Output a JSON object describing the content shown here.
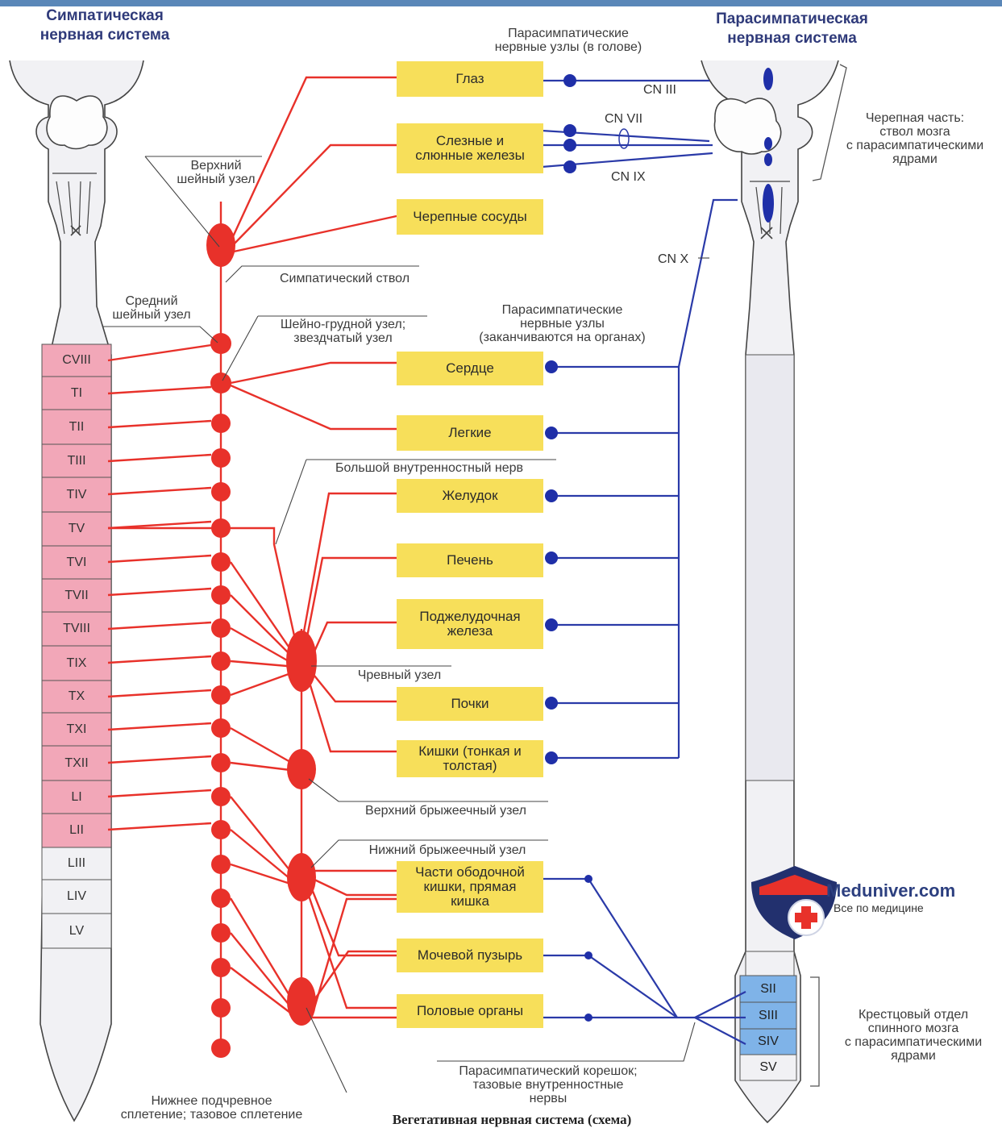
{
  "header": {
    "sympathetic": [
      "Симпатическая",
      "нервная система"
    ],
    "parasympathetic": [
      "Парасимпатическая",
      "нервная система"
    ]
  },
  "labels": {
    "para_ganglia_head": [
      "Парасимпатические",
      "нервные узлы (в голове)"
    ],
    "superior_cervical": [
      "Верхний",
      "шейный узел"
    ],
    "sympathetic_trunk": "Симпатический ствол",
    "middle_cervical": [
      "Средний",
      "шейный узел"
    ],
    "cervicothoracic": [
      "Шейно-грудной узел;",
      "звездчатый узел"
    ],
    "para_ganglia_organs": [
      "Парасимпатические",
      "нервные узлы",
      "(заканчиваются на органах)"
    ],
    "greater_splanchnic": "Большой внутренностный нерв",
    "celiac": "Чревный узел",
    "superior_mesenteric": "Верхний брыжеечный узел",
    "inferior_mesenteric": "Нижний брыжеечный узел",
    "hypogastric": [
      "Нижнее подчревное",
      "сплетение; тазовое сплетение"
    ],
    "pelvic_splanchnic": [
      "Парасимпатический корешок;",
      "тазовые внутренностные",
      "нервы"
    ],
    "cranial_part": [
      "Черепная часть:",
      "ствол мозга",
      "с парасимпатическими",
      "ядрами"
    ],
    "sacral_part": [
      "Крестцовый отдел",
      "спинного мозга",
      "с парасимпатическими",
      "ядрами"
    ]
  },
  "cranial_nerves": {
    "cn3": "CN III",
    "cn7": "CN VII",
    "cn9": "CN IX",
    "cn10": "CN X"
  },
  "organs": {
    "eye": [
      "Глаз"
    ],
    "glands": [
      "Слезные и",
      "слюнные железы"
    ],
    "vessels": [
      "Черепные сосуды"
    ],
    "heart": [
      "Сердце"
    ],
    "lungs": [
      "Легкие"
    ],
    "stomach": [
      "Желудок"
    ],
    "liver": [
      "Печень"
    ],
    "pancreas": [
      "Поджелудочная",
      "железа"
    ],
    "kidneys": [
      "Почки"
    ],
    "intestines": [
      "Кишки (тонкая и",
      "толстая)"
    ],
    "colon": [
      "Части ободочной",
      "кишки, прямая",
      "кишка"
    ],
    "bladder": [
      "Мочевой пузырь"
    ],
    "genitals": [
      "Половые органы"
    ]
  },
  "segments": [
    "CVIII",
    "TI",
    "TII",
    "TIII",
    "TIV",
    "TV",
    "TVI",
    "TVII",
    "TVIII",
    "TIX",
    "TX",
    "TXI",
    "TXII",
    "LI",
    "LII",
    "LIII",
    "LIV",
    "LV"
  ],
  "sacral_segments": [
    "SII",
    "SIII",
    "SIV",
    "SV"
  ],
  "logo": {
    "name": "Meduniver.com",
    "tagline": "Все по медицине"
  },
  "caption": "Вегетативная нервная система (схема)",
  "colors": {
    "sympathetic": "#e8312a",
    "parasympathetic": "#2a3aa8",
    "organ": "#f7df5a",
    "segment_pink": "#f2a7b8",
    "segment_blue": "#7fb3e8"
  }
}
